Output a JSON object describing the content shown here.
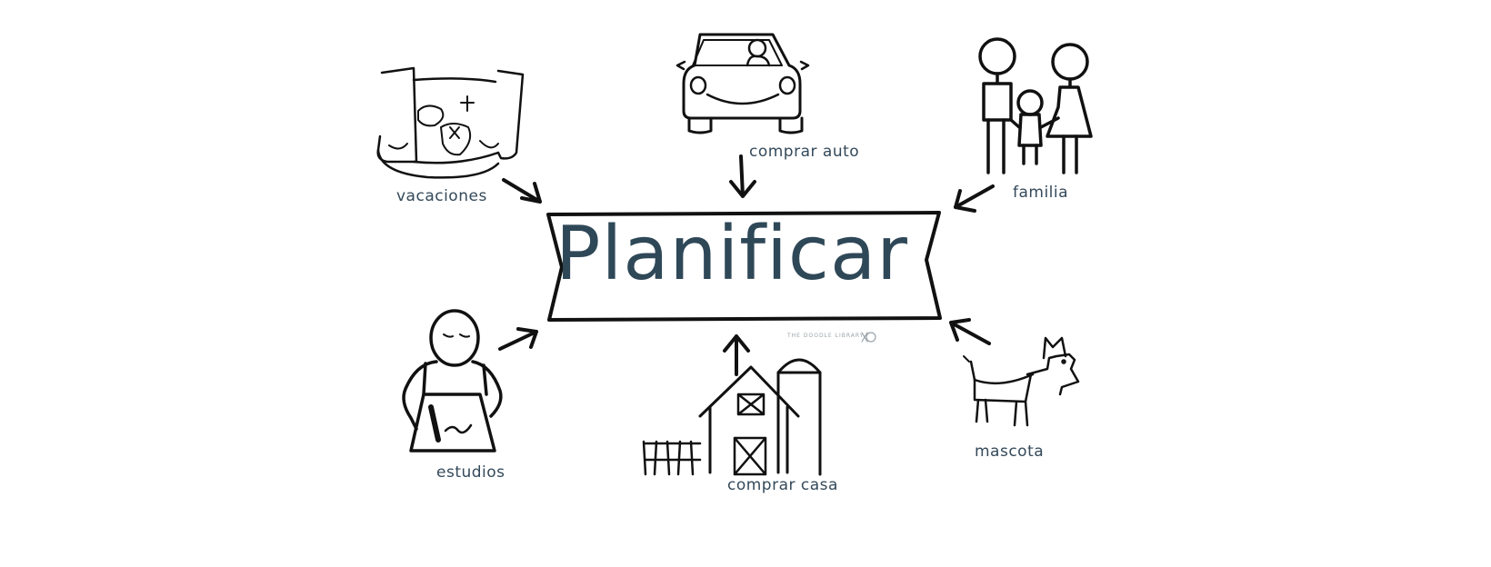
{
  "center": {
    "title": "Planificar"
  },
  "labels": {
    "vacaciones": "vacaciones",
    "comprar_auto": "comprar auto",
    "familia": "familia",
    "estudios": "estudios",
    "comprar_casa": "comprar casa",
    "mascota": "mascota"
  },
  "watermark": "THE DOODLE LIBRARY",
  "colors": {
    "text": "#34495a",
    "ink": "#111111",
    "background": "#ffffff"
  }
}
